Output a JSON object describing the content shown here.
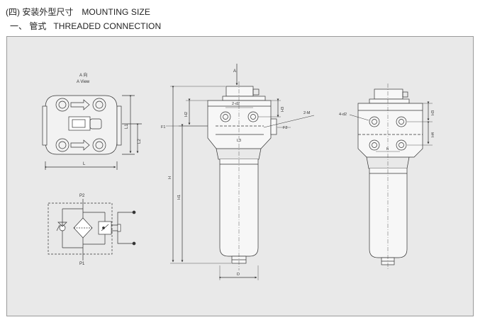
{
  "heading": {
    "line1_cn": "(四) 安装外型尺寸",
    "line1_en": "MOUNTING SIZE",
    "line2_cn": "一、 管式",
    "line2_en": "THREADED CONNECTION"
  },
  "labels": {
    "a_view_cn": "A 向",
    "a_view_en": "A View",
    "dim_L": "L",
    "dim_L1": "L1",
    "dim_L2": "L2",
    "port_p2": "P2",
    "port_p1": "P1",
    "arrow_a": "A",
    "dim_2d2": "2-d2",
    "dim_2m": "2-M",
    "dim_f1": "F1",
    "dim_f2": "F2",
    "dim_h": "H",
    "dim_h1": "H1",
    "dim_h2": "H2",
    "dim_h3": "H3",
    "dim_l3": "L3",
    "dim_d": "D",
    "dim_4d2": "4-d2",
    "dim_h_right": "H3",
    "dim_h4": "H4",
    "dim_h_small": "h"
  },
  "colors": {
    "panel": "#e9e9e9",
    "line": "#333333",
    "body_fill": "#f7f7f7"
  }
}
